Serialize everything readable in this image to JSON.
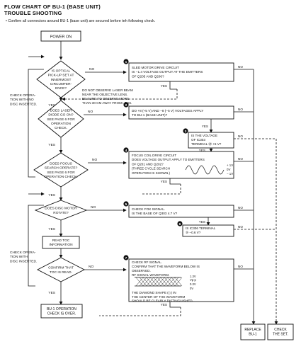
{
  "header": {
    "title_line1": "FLOW CHART OF BU-1 (BASE UNIT)",
    "title_line2": "TROUBLE SHOOTING",
    "intro": "•  Confirm all connectors around BU-1 (base unit) are secured before teh following check."
  },
  "start": "POWER ON",
  "decisions": {
    "d1": [
      "IS OPTICAL",
      "PICK-UP SET AT",
      "INNERMOST",
      "CIRCUMFER-",
      "ENCE?"
    ],
    "d2": [
      "DOES LASER",
      "DIODE GO ON?",
      "SEE PAGE 6 FOR",
      "OPERATION",
      "CHECK."
    ],
    "d3": [
      "DOES FOCUS",
      "SEARCH OPERATE?",
      "SEE PAGE 6 FOR",
      "OPERATION CHECK."
    ],
    "d4": [
      "DOES DISC MOTOR",
      "ROTATE?"
    ],
    "d5": [
      "CONFIRM THAT",
      "TOC IS READ."
    ]
  },
  "read_toc": [
    "READ TOC",
    "INFORMATION"
  ],
  "end_box": [
    "BU-1 OPERATION",
    "CHECK IS OVER."
  ],
  "laser_note": [
    "DO NOT OBSERVE LASER BEAM",
    "NEAR THE OBJECTIVE LENS.",
    "BE SURE TO OBSERVE MORE",
    "THAN 30 CM AWAY FROM LENS."
  ],
  "side_labels": {
    "no_disc": [
      "CHECK OPERA-",
      "TION WITH NO",
      "DISC INSERTED."
    ],
    "with_disc": [
      "CHECK OPERA-",
      "TION WITH",
      "DISC INSERTED."
    ]
  },
  "checks": {
    "c1": {
      "num": "1",
      "lines": [
        "SLED MOTOR DRIVE CIRCUIT",
        "IS −1.4 VOLTAGE OUTPUT AT THE EMITTERS",
        "OF Q205 AND Q206?"
      ]
    },
    "c2": {
      "num": "2",
      "lines": [
        "DO +8 (+5 V) AND −8 (−5 V) VOLTAGES APPLY",
        "TO BU-1 (BASE UNIT)?"
      ]
    },
    "c3": {
      "num": "3",
      "lines": [
        "IS THE VOLTAGE",
        "OF IC303",
        "TERMINAL ⑳ +5 V?"
      ]
    },
    "c4": {
      "num": "4",
      "lines": [
        "FOCUS COIL DRIVE CIRCUIT",
        "DOES VOLTAGE OUTPUT APPLY TO EMITTERS",
        "OF Q201 AND Q202?",
        "(THREE CYCLE SEARCH",
        "OPERATION IS SHOWN.)"
      ],
      "levels": [
        "+ 1V",
        "0V",
        "− 1V"
      ]
    },
    "c5": {
      "num": "5",
      "lines": [
        "CHECK  FOK SIGNAL.",
        "IS THE BASE OF Q303 4.7 V?"
      ]
    },
    "c6": {
      "num": "6",
      "lines": [
        "IS IC306 TERMINAL",
        "⑩ −0.6 V?"
      ]
    },
    "c7": {
      "num": "7",
      "lines": [
        "CHECK RF SIGNAL.",
        "CONFIRM THAT THE WAVEFORM BELOW IS",
        "OBSERVED.",
        "RF SIGNAL WAVEFORM."
      ],
      "wave_labels": [
        "1.3V",
        "Vp-p",
        "0.3V",
        "0V"
      ],
      "note": [
        "THE DIAMOND SHAPE (◇) IN",
        "THE CENTER OF THE WAVEFORM",
        "SHOULD BE CLEARLY DISTINGUISHED."
      ]
    }
  },
  "terminals": {
    "replace": [
      "REPLACE",
      "BU-1"
    ],
    "check_set": [
      "CHECK",
      "THE SET."
    ]
  },
  "yes": "YES",
  "no": "NO"
}
